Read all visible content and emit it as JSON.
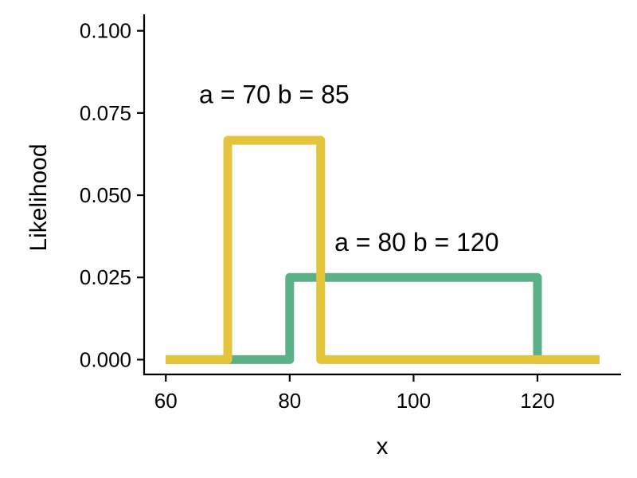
{
  "chart_data": {
    "type": "line",
    "xlabel": "x",
    "ylabel": "Likelihood",
    "xlim": [
      56.5,
      133.5
    ],
    "ylim": [
      -0.0045,
      0.105
    ],
    "x_ticks": [
      60,
      80,
      100,
      120
    ],
    "x_tick_labels": [
      "60",
      "80",
      "100",
      "120"
    ],
    "y_ticks": [
      0,
      0.025,
      0.05,
      0.075,
      0.1
    ],
    "y_tick_labels": [
      "0.000",
      "0.025",
      "0.050",
      "0.075",
      "0.100"
    ],
    "grid": false,
    "series": [
      {
        "color": "#5BB088",
        "x": [
          60,
          80,
          80,
          120,
          120,
          130
        ],
        "y": [
          0,
          0,
          0.025,
          0.025,
          0,
          0
        ]
      },
      {
        "color": "#E3C43A",
        "x": [
          60,
          70,
          70,
          85,
          85,
          130
        ],
        "y": [
          0,
          0,
          0.0667,
          0.0667,
          0,
          0
        ]
      }
    ],
    "annotations": [
      {
        "text": "a = 70 b = 85",
        "x": 77.5,
        "y": 0.078
      },
      {
        "text": "a = 80 b = 120",
        "x": 100.5,
        "y": 0.033
      }
    ]
  }
}
